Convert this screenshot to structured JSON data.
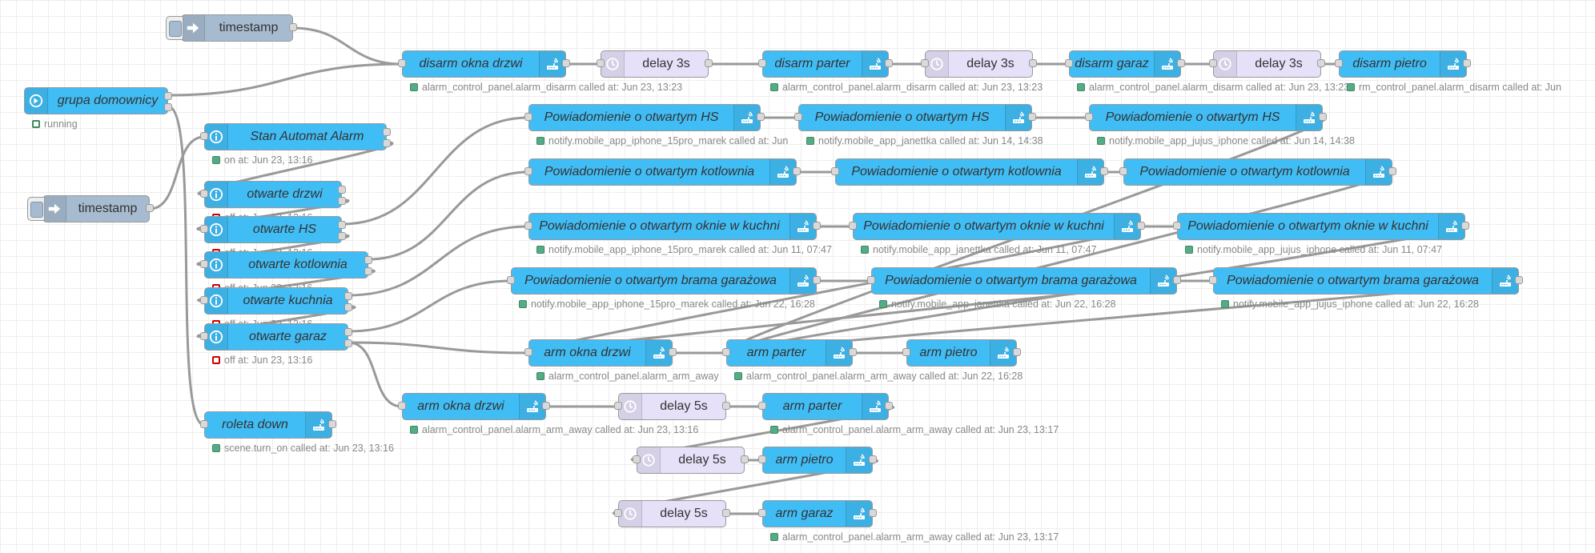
{
  "nodes": {
    "ts1": {
      "label": "timestamp",
      "kind": "inject",
      "icon": "arrow-right-icon"
    },
    "ts2": {
      "label": "timestamp",
      "kind": "inject",
      "icon": "arrow-right-icon"
    },
    "grupa": {
      "label": "grupa domownicy",
      "kind": "ha",
      "icon": "home-event-icon",
      "status": {
        "text": "running",
        "color": "ring"
      }
    },
    "stan": {
      "label": "Stan Automat Alarm",
      "kind": "ha",
      "icon": "info-icon",
      "status": {
        "text": "on at: Jun 23, 13:16",
        "color": "green"
      }
    },
    "drzwi": {
      "label": "otwarte drzwi",
      "kind": "ha",
      "icon": "info-icon",
      "status": {
        "text": "off at: Jun 23, 13:16",
        "color": "red"
      }
    },
    "hs": {
      "label": "otwarte HS",
      "kind": "ha",
      "icon": "info-icon",
      "status": {
        "text": "off at: Jun 23, 13:16",
        "color": "red"
      }
    },
    "kotl": {
      "label": "otwarte kotlownia",
      "kind": "ha",
      "icon": "info-icon",
      "status": {
        "text": "off at: Jun 23, 13:16",
        "color": "red"
      }
    },
    "kuchnia": {
      "label": "otwarte kuchnia",
      "kind": "ha",
      "icon": "info-icon",
      "status": {
        "text": "off at: Jun 23, 13:16",
        "color": "red"
      }
    },
    "garaz": {
      "label": "otwarte garaz",
      "kind": "ha",
      "icon": "info-icon",
      "status": {
        "text": "off at: Jun 23, 13:16",
        "color": "red"
      }
    },
    "roleta": {
      "label": "roleta down",
      "kind": "ha",
      "icon": "router-icon",
      "status": {
        "text": "scene.turn_on called at: Jun 23, 13:16",
        "color": "green"
      }
    },
    "dis1": {
      "label": "disarm okna drzwi",
      "kind": "ha",
      "icon": "router-icon",
      "status": {
        "text": "alarm_control_panel.alarm_disarm called at: Jun 23, 13:23",
        "color": "green"
      }
    },
    "dl1": {
      "label": "delay 3s",
      "kind": "delay",
      "icon": "clock-icon"
    },
    "dis2": {
      "label": "disarm parter",
      "kind": "ha",
      "icon": "router-icon",
      "status": {
        "text": "alarm_control_panel.alarm_disarm called at: Jun 23, 13:23",
        "color": "green"
      }
    },
    "dl2": {
      "label": "delay 3s",
      "kind": "delay",
      "icon": "clock-icon"
    },
    "dis3": {
      "label": "disarm garaz",
      "kind": "ha",
      "icon": "router-icon",
      "status": {
        "text": "alarm_control_panel.alarm_disarm called at: Jun 23, 13:23",
        "color": "green"
      }
    },
    "dl3": {
      "label": "delay 3s",
      "kind": "delay",
      "icon": "clock-icon"
    },
    "dis4": {
      "label": "disarm pietro",
      "kind": "ha",
      "icon": "router-icon",
      "status": {
        "text": "rm_control_panel.alarm_disarm called at: Jun",
        "color": "green"
      }
    },
    "hs1": {
      "label": "Powiadomienie o otwartym HS",
      "kind": "ha",
      "icon": "router-icon",
      "status": {
        "text": "notify.mobile_app_iphone_15pro_marek called at: Jun",
        "color": "green"
      }
    },
    "hs2": {
      "label": "Powiadomienie o otwartym HS",
      "kind": "ha",
      "icon": "router-icon",
      "status": {
        "text": "notify.mobile_app_janettka called at: Jun 14, 14:38",
        "color": "green"
      }
    },
    "hs3": {
      "label": "Powiadomienie o otwartym HS",
      "kind": "ha",
      "icon": "router-icon",
      "status": {
        "text": "notify.mobile_app_jujus_iphone called at: Jun 14, 14:38",
        "color": "green"
      }
    },
    "k1": {
      "label": "Powiadomienie o otwartym kotlownia",
      "kind": "ha",
      "icon": "router-icon"
    },
    "k2": {
      "label": "Powiadomienie o otwartym kotlownia",
      "kind": "ha",
      "icon": "router-icon"
    },
    "k3": {
      "label": "Powiadomienie o otwartym kotlownia",
      "kind": "ha",
      "icon": "router-icon"
    },
    "ku1": {
      "label": "Powiadomienie o otwartym oknie w kuchni",
      "kind": "ha",
      "icon": "router-icon",
      "status": {
        "text": "notify.mobile_app_iphone_15pro_marek called at: Jun 11, 07:47",
        "color": "green"
      }
    },
    "ku2": {
      "label": "Powiadomienie o otwartym oknie w kuchni",
      "kind": "ha",
      "icon": "router-icon",
      "status": {
        "text": "notify.mobile_app_janettka called at: Jun 11, 07:47",
        "color": "green"
      }
    },
    "ku3": {
      "label": "Powiadomienie o otwartym oknie w kuchni",
      "kind": "ha",
      "icon": "router-icon",
      "status": {
        "text": "notify.mobile_app_jujus_iphone called at: Jun 11, 07:47",
        "color": "green"
      }
    },
    "g1": {
      "label": "Powiadomienie o otwartym brama garażowa",
      "kind": "ha",
      "icon": "router-icon",
      "status": {
        "text": "notify.mobile_app_iphone_15pro_marek called at: Jun 22, 16:28",
        "color": "green"
      }
    },
    "g2": {
      "label": "Powiadomienie o otwartym brama garażowa",
      "kind": "ha",
      "icon": "router-icon",
      "status": {
        "text": "notify.mobile_app_janettka called at: Jun 22, 16:28",
        "color": "green"
      }
    },
    "g3": {
      "label": "Powiadomienie o otwartym brama garażowa",
      "kind": "ha",
      "icon": "router-icon",
      "status": {
        "text": "notify.mobile_app_jujus_iphone called at: Jun 22, 16:28",
        "color": "green"
      }
    },
    "a1": {
      "label": "arm okna drzwi",
      "kind": "ha",
      "icon": "router-icon",
      "status": {
        "text": "alarm_control_panel.alarm_arm_away",
        "color": "green"
      }
    },
    "a2": {
      "label": "arm parter",
      "kind": "ha",
      "icon": "router-icon",
      "status": {
        "text": "alarm_control_panel.alarm_arm_away called at: Jun 22, 16:28",
        "color": "green"
      }
    },
    "a3": {
      "label": "arm pietro",
      "kind": "ha",
      "icon": "router-icon"
    },
    "b1": {
      "label": "arm okna drzwi",
      "kind": "ha",
      "icon": "router-icon",
      "status": {
        "text": "alarm_control_panel.alarm_arm_away called at: Jun 23, 13:16",
        "color": "green"
      }
    },
    "bd1": {
      "label": "delay 5s",
      "kind": "delay",
      "icon": "clock-icon"
    },
    "b2": {
      "label": "arm parter",
      "kind": "ha",
      "icon": "router-icon",
      "status": {
        "text": "alarm_control_panel.alarm_arm_away called at: Jun 23, 13:17",
        "color": "green"
      }
    },
    "bd2": {
      "label": "delay 5s",
      "kind": "delay",
      "icon": "clock-icon"
    },
    "b3": {
      "label": "arm pietro",
      "kind": "ha",
      "icon": "router-icon"
    },
    "bd3": {
      "label": "delay 5s",
      "kind": "delay",
      "icon": "clock-icon"
    },
    "b4": {
      "label": "arm garaz",
      "kind": "ha",
      "icon": "router-icon",
      "status": {
        "text": "alarm_control_panel.alarm_arm_away called at: Jun 23, 13:17",
        "color": "green"
      }
    }
  },
  "colors": {
    "ha": "#41BDF5",
    "delay": "#E6E0F8",
    "inject": "#A6BBCF",
    "wire": "#999999",
    "status_green": "#5a8",
    "status_red": "#cc0000"
  }
}
